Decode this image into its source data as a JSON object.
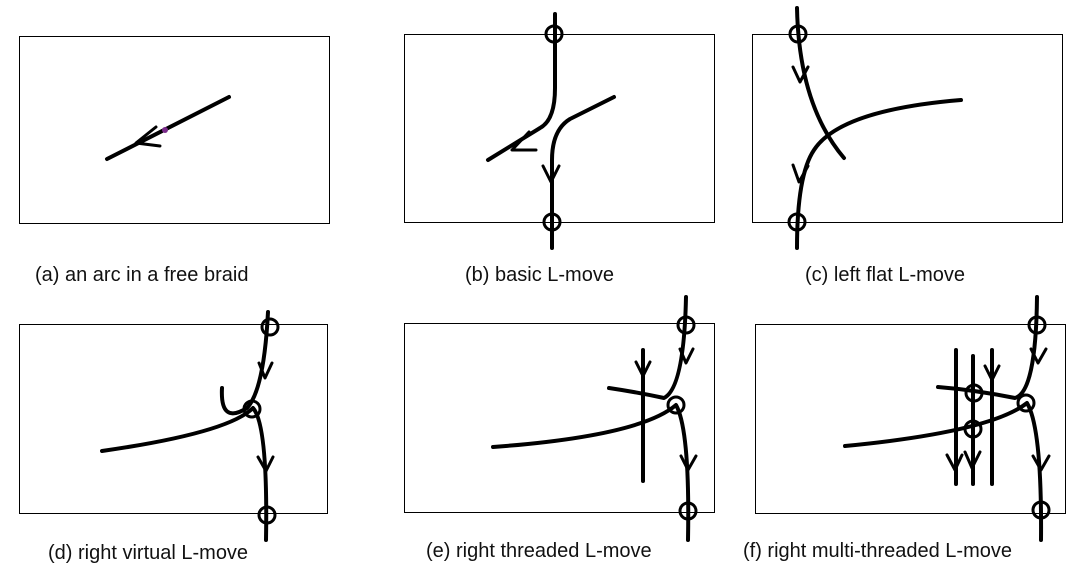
{
  "captions": {
    "a": "(a) an arc in a free braid",
    "b": "(b) basic L-move",
    "c": "(c) left flat L-move",
    "d": "(d) right virtual L-move",
    "e": "(e) right threaded L-move",
    "f": "(f) right multi-threaded L-move"
  },
  "colors": {
    "stroke": "#000000",
    "marker": "#7a2b8a",
    "background": "#ffffff"
  }
}
